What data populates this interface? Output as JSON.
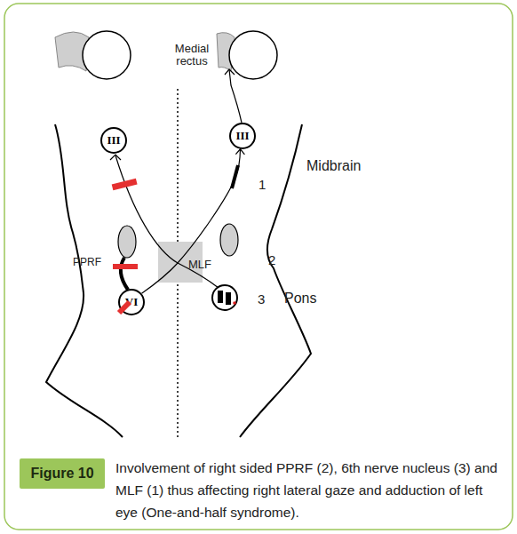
{
  "diagram": {
    "caption": "Involvement of right sided PPRF (2), 6th nerve nucleus (3) and MLF (1) thus affecting right lateral gaze and adduction of left eye (One-and-half syndrome).",
    "nodes": [
      {
        "text": [
          "III"
        ]
      },
      {
        "text": [
          "III"
        ]
      },
      {
        "text": [
          "VI"
        ]
      },
      {
        "text": [
          "Figure 10"
        ]
      }
    ],
    "edges": [
      {
        "from": 2,
        "to": 1,
        "arrow": "to"
      }
    ],
    "labels": [
      "Medial rectus",
      "Midbrain",
      "1",
      "2",
      "3",
      "PPRF",
      "MLF",
      "Pons"
    ]
  }
}
